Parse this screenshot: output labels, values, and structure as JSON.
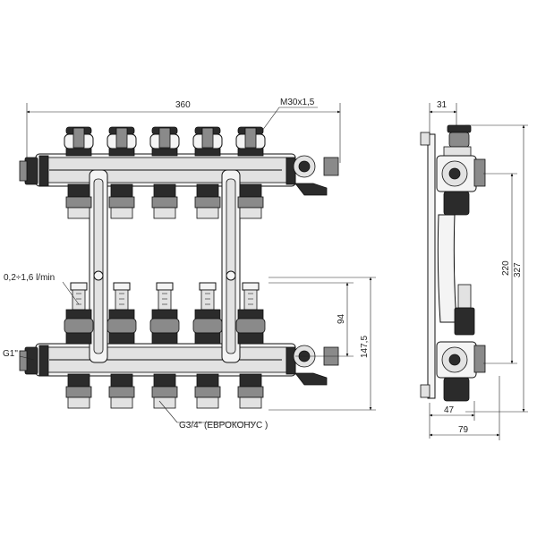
{
  "labels": {
    "width_360": "360",
    "thread_m30": "M30x1,5",
    "flow_range": "0,2÷1,6 l/min",
    "inlet_g1": "G1\"",
    "outlet_g34": "G3/4\" (ЕВРОКОНУС )",
    "dim_94": "94",
    "dim_147_5": "147,5",
    "dim_31": "31",
    "dim_220": "220",
    "dim_327": "327",
    "dim_47": "47",
    "dim_79": "79"
  },
  "front_view": {
    "outlet_count": 5
  }
}
